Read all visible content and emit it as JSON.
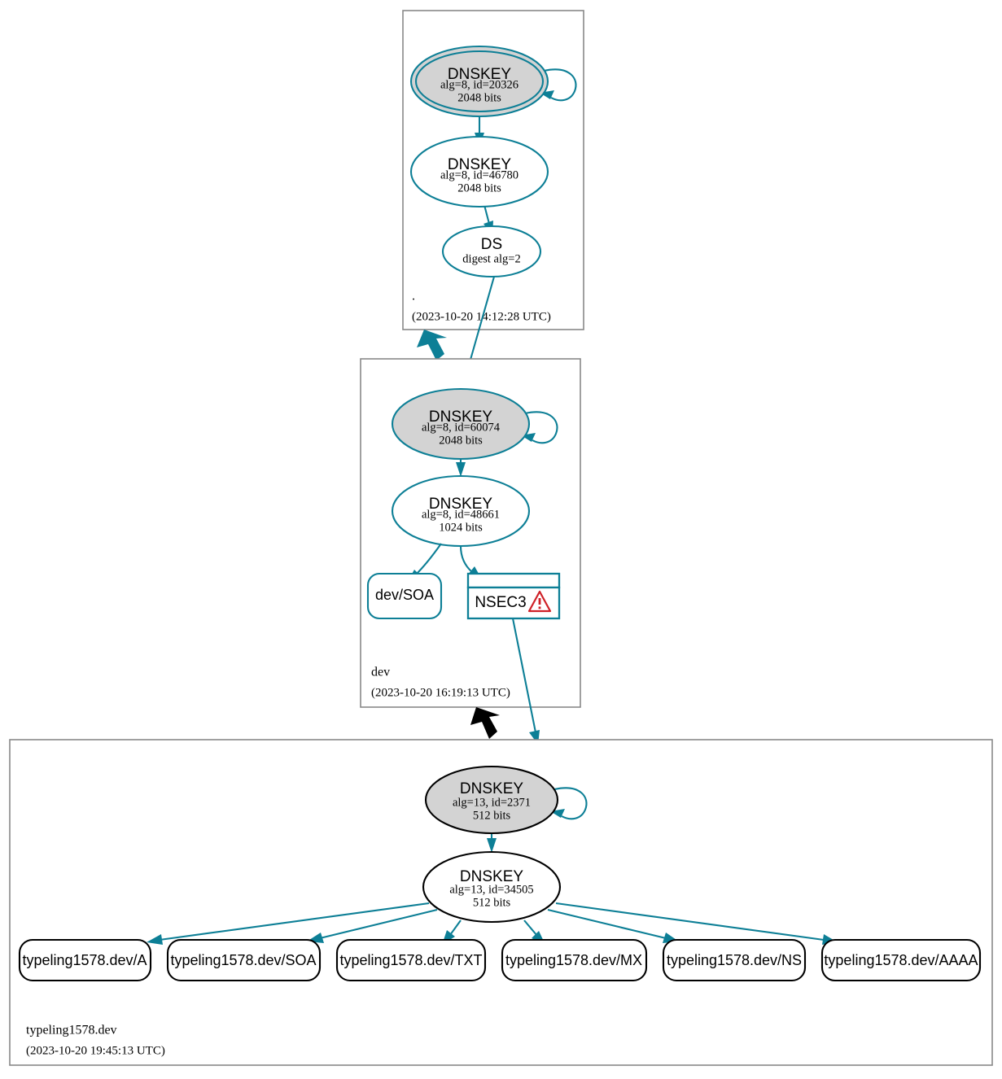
{
  "diagram": {
    "title": "DNSSEC Authentication Chain",
    "colors": {
      "secure": "#0d7f96",
      "insecure": "#000000",
      "ksk_fill": "#d3d3d3",
      "zone_border": "#888888",
      "warning": "#cf2027"
    }
  },
  "zones": [
    {
      "id": "root",
      "name": ".",
      "timestamp": "(2023-10-20 14:12:28 UTC)",
      "nodes": [
        {
          "id": "root-ksk",
          "type": "DNSKEY",
          "title": "DNSKEY",
          "line2": "alg=8, id=20326",
          "line3": "2048 bits",
          "shape": "double-ellipse",
          "fill": "gray",
          "stroke": "teal",
          "self_signed": true
        },
        {
          "id": "root-zsk",
          "type": "DNSKEY",
          "title": "DNSKEY",
          "line2": "alg=8, id=46780",
          "line3": "2048 bits",
          "shape": "ellipse",
          "fill": "white",
          "stroke": "teal",
          "self_signed": false
        },
        {
          "id": "root-ds",
          "type": "DS",
          "title": "DS",
          "line2": "digest alg=2",
          "line3": "",
          "shape": "ellipse",
          "fill": "white",
          "stroke": "teal",
          "self_signed": false
        }
      ]
    },
    {
      "id": "dev",
      "name": "dev",
      "timestamp": "(2023-10-20 16:19:13 UTC)",
      "nodes": [
        {
          "id": "dev-ksk",
          "type": "DNSKEY",
          "title": "DNSKEY",
          "line2": "alg=8, id=60074",
          "line3": "2048 bits",
          "shape": "ellipse",
          "fill": "gray",
          "stroke": "teal",
          "self_signed": true
        },
        {
          "id": "dev-zsk",
          "type": "DNSKEY",
          "title": "DNSKEY",
          "line2": "alg=8, id=48661",
          "line3": "1024 bits",
          "shape": "ellipse",
          "fill": "white",
          "stroke": "teal",
          "self_signed": false
        },
        {
          "id": "dev-soa",
          "type": "RRset",
          "title": "dev/SOA",
          "shape": "rounded-rect",
          "stroke": "teal"
        },
        {
          "id": "dev-nsec3",
          "type": "NSEC3",
          "title": "NSEC3",
          "shape": "record-box",
          "stroke": "teal",
          "status_icon": "warning-triangle-icon",
          "has_warning": true
        }
      ]
    },
    {
      "id": "typeling",
      "name": "typeling1578.dev",
      "timestamp": "(2023-10-20 19:45:13 UTC)",
      "nodes": [
        {
          "id": "tl-ksk",
          "type": "DNSKEY",
          "title": "DNSKEY",
          "line2": "alg=13, id=2371",
          "line3": "512 bits",
          "shape": "ellipse",
          "fill": "gray",
          "stroke": "black",
          "self_signed": true
        },
        {
          "id": "tl-zsk",
          "type": "DNSKEY",
          "title": "DNSKEY",
          "line2": "alg=13, id=34505",
          "line3": "512 bits",
          "shape": "ellipse",
          "fill": "white",
          "stroke": "black",
          "self_signed": false
        }
      ],
      "rrsets": [
        {
          "id": "rr-a",
          "label": "typeling1578.dev/A"
        },
        {
          "id": "rr-soa",
          "label": "typeling1578.dev/SOA"
        },
        {
          "id": "rr-txt",
          "label": "typeling1578.dev/TXT"
        },
        {
          "id": "rr-mx",
          "label": "typeling1578.dev/MX"
        },
        {
          "id": "rr-ns",
          "label": "typeling1578.dev/NS"
        },
        {
          "id": "rr-aaaa",
          "label": "typeling1578.dev/AAAA"
        }
      ]
    }
  ],
  "zone_delegations": [
    {
      "id": "root-to-dev",
      "from": ".",
      "to": "dev",
      "status": "secure"
    },
    {
      "id": "dev-to-typeling",
      "from": "dev",
      "to": "typeling1578.dev",
      "status": "insecure"
    }
  ]
}
